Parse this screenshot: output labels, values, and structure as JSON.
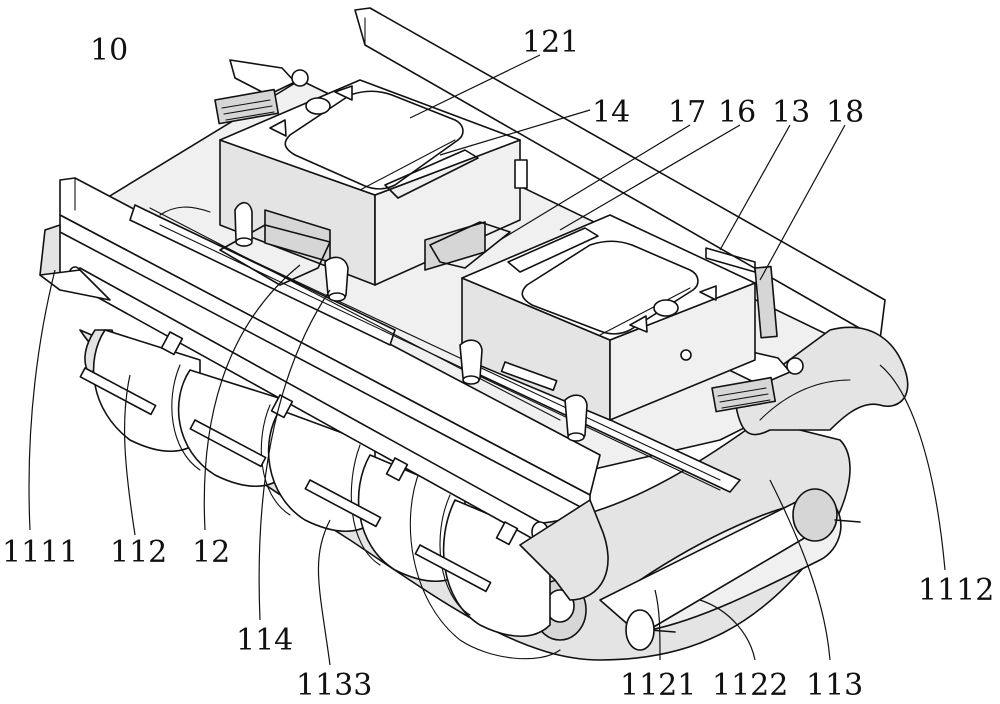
{
  "labels": {
    "l10": "10",
    "l121": "121",
    "l14": "14",
    "l17": "17",
    "l16": "16",
    "l13": "13",
    "l18": "18",
    "l1111": "1111",
    "l112": "112",
    "l12": "12",
    "l114": "114",
    "l1133": "1133",
    "l1121": "1121",
    "l1122": "1122",
    "l113": "113",
    "l1112": "1112"
  }
}
